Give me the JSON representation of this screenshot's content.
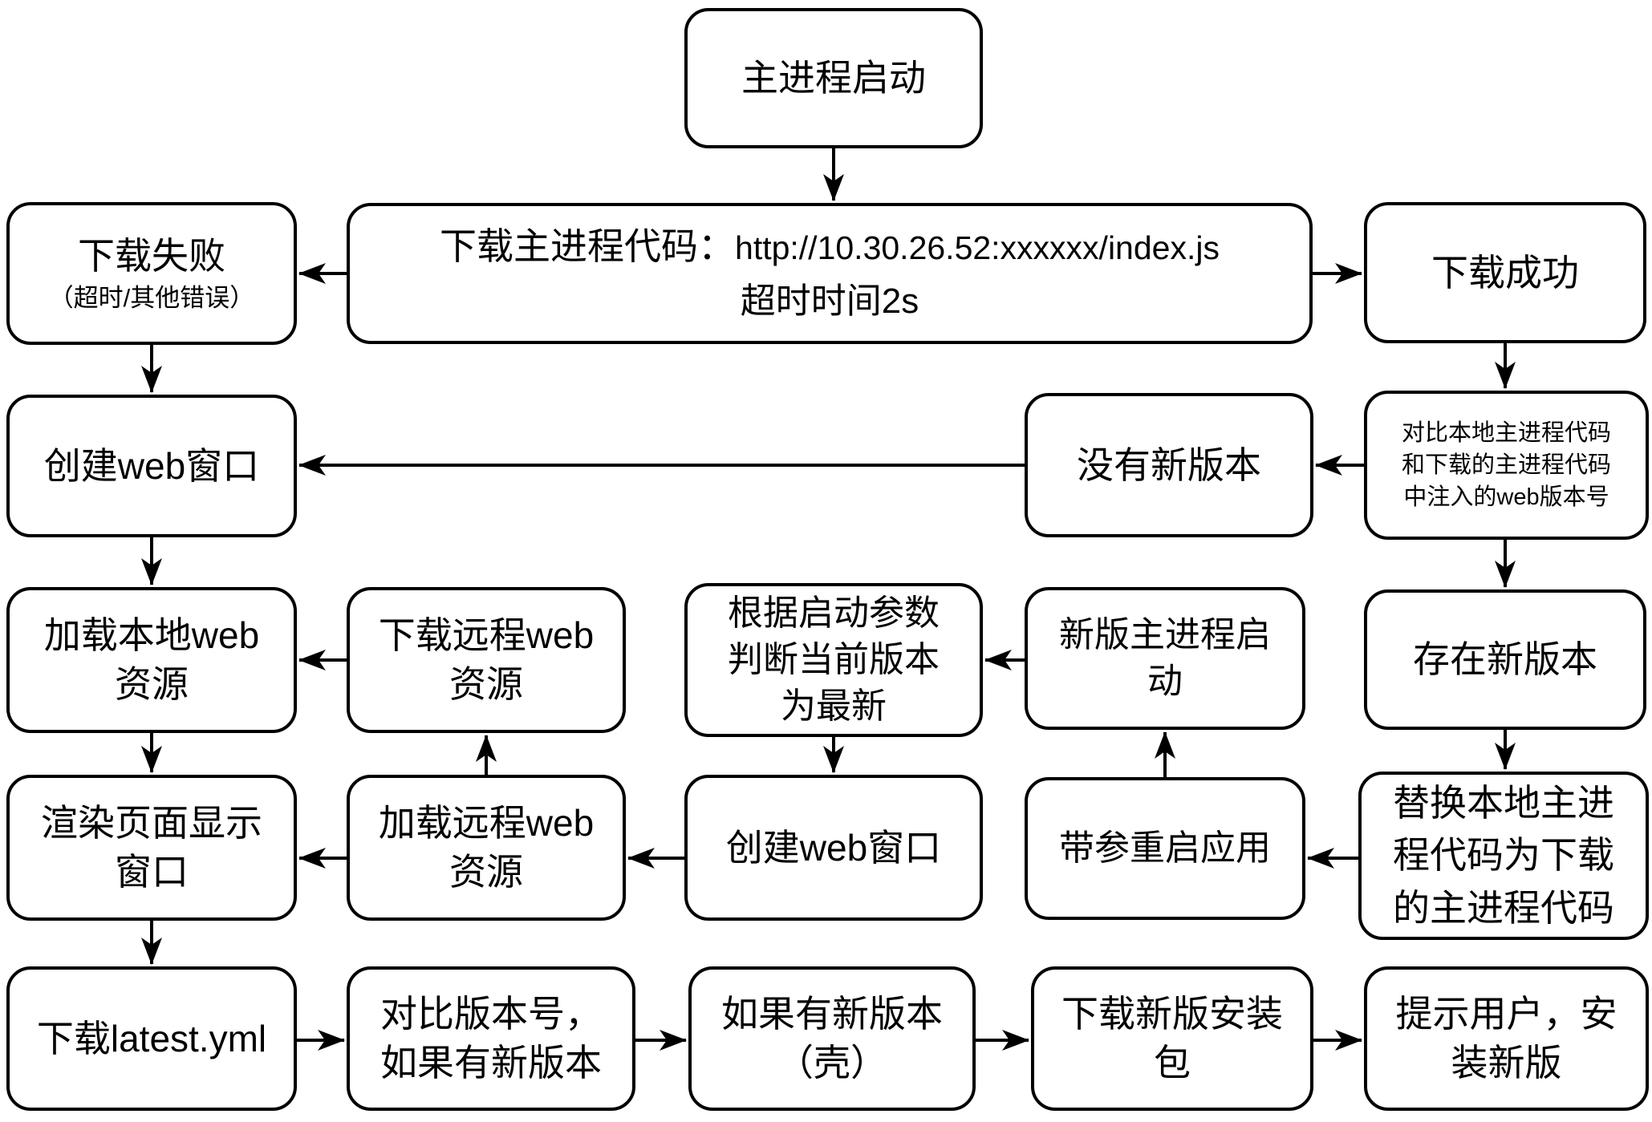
{
  "nodes": {
    "start": {
      "lines": [
        "主进程启动"
      ]
    },
    "dl_fail": {
      "title": "下载失败",
      "subtitle": "（超时/其他错误）"
    },
    "dl_main": {
      "label": "下载主进程代码：",
      "url": "http://10.30.26.52:xxxxxx/index.js",
      "line2": "超时时间2s"
    },
    "dl_ok": {
      "lines": [
        "下载成功"
      ]
    },
    "create_web_1": {
      "lines": [
        "创建web窗口"
      ]
    },
    "no_new": {
      "lines": [
        "没有新版本"
      ]
    },
    "compare": {
      "lines": [
        "对比本地主进程代码",
        "和下载的主进程代码",
        "中注入的web版本号"
      ]
    },
    "load_local": {
      "lines": [
        "加载本地web",
        "资源"
      ]
    },
    "dl_remote": {
      "lines": [
        "下载远程web",
        "资源"
      ]
    },
    "judge": {
      "lines": [
        "根据启动参数",
        "判断当前版本",
        "为最新"
      ]
    },
    "new_main": {
      "lines": [
        "新版主进程启",
        "动"
      ]
    },
    "exist_new": {
      "lines": [
        "存在新版本"
      ]
    },
    "render": {
      "lines": [
        "渲染页面显示",
        "窗口"
      ]
    },
    "load_remote": {
      "lines": [
        "加载远程web",
        "资源"
      ]
    },
    "create_web_2": {
      "lines": [
        "创建web窗口"
      ]
    },
    "restart": {
      "lines": [
        "带参重启应用"
      ]
    },
    "replace": {
      "lines": [
        "替换本地主进",
        "程代码为下载",
        "的主进程代码"
      ]
    },
    "dl_yml": {
      "lines": [
        "下载latest.yml"
      ]
    },
    "cmp_ver2": {
      "lines": [
        "对比版本号，",
        "如果有新版本"
      ]
    },
    "if_new": {
      "lines": [
        "如果有新版本",
        "（壳）"
      ]
    },
    "dl_pkg": {
      "lines": [
        "下载新版安装",
        "包"
      ]
    },
    "prompt": {
      "lines": [
        "提示用户，安",
        "装新版"
      ]
    }
  },
  "edges": [
    {
      "from": "start",
      "to": "dl_main"
    },
    {
      "from": "dl_main",
      "to": "dl_fail"
    },
    {
      "from": "dl_main",
      "to": "dl_ok"
    },
    {
      "from": "dl_fail",
      "to": "create_web_1"
    },
    {
      "from": "dl_ok",
      "to": "compare"
    },
    {
      "from": "compare",
      "to": "no_new"
    },
    {
      "from": "no_new",
      "to": "create_web_1"
    },
    {
      "from": "create_web_1",
      "to": "load_local"
    },
    {
      "from": "compare",
      "to": "exist_new"
    },
    {
      "from": "dl_remote",
      "to": "load_local"
    },
    {
      "from": "new_main",
      "to": "judge"
    },
    {
      "from": "exist_new",
      "to": "replace"
    },
    {
      "from": "load_local",
      "to": "render"
    },
    {
      "from": "load_remote",
      "to": "dl_remote"
    },
    {
      "from": "judge",
      "to": "create_web_2"
    },
    {
      "from": "restart",
      "to": "new_main"
    },
    {
      "from": "replace",
      "to": "restart"
    },
    {
      "from": "create_web_2",
      "to": "load_remote"
    },
    {
      "from": "load_remote",
      "to": "render"
    },
    {
      "from": "render",
      "to": "dl_yml"
    },
    {
      "from": "dl_yml",
      "to": "cmp_ver2"
    },
    {
      "from": "cmp_ver2",
      "to": "if_new"
    },
    {
      "from": "if_new",
      "to": "dl_pkg"
    },
    {
      "from": "dl_pkg",
      "to": "prompt"
    }
  ],
  "colors": {
    "stroke": "#000000",
    "background": "#ffffff"
  }
}
